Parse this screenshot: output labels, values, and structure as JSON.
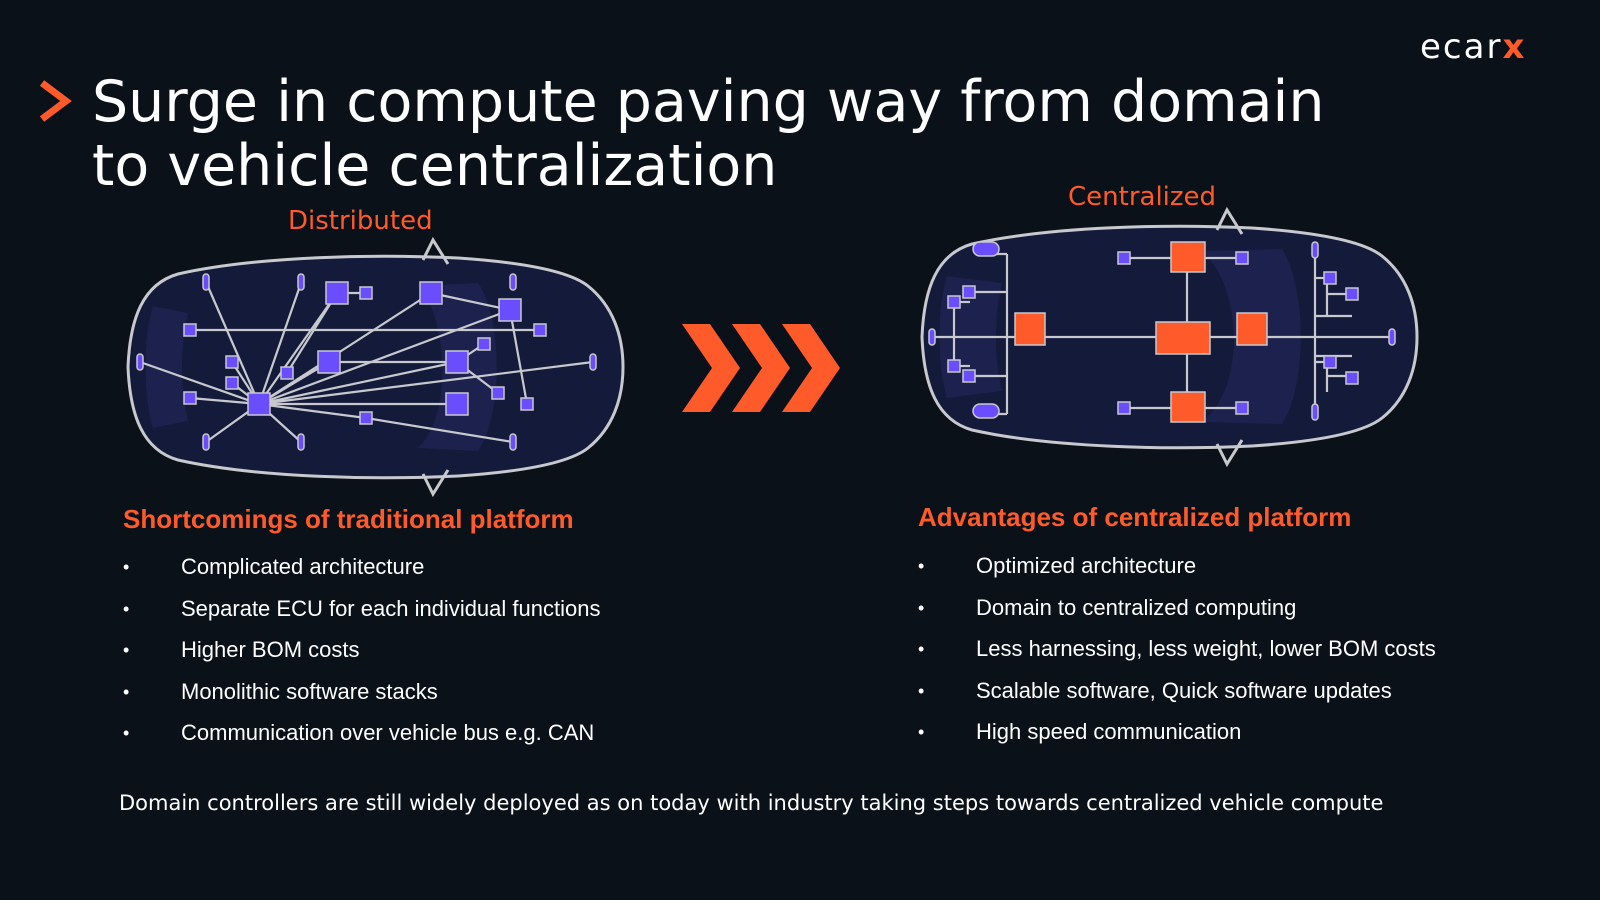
{
  "brand": {
    "logo_text": "ecar",
    "logo_accent": "x",
    "accent_color": "#ff5a2a",
    "node_color": "#6a4dff",
    "background_color": "#0b1118"
  },
  "header": {
    "title": "Surge in compute paving way from domain to vehicle centralization",
    "chevron_icon": "chevron-right-icon"
  },
  "diagrams": {
    "distributed_label": "Distributed",
    "centralized_label": "Centralized",
    "transition_icon": "triple-chevron-right-icon"
  },
  "left_section": {
    "heading": "Shortcomings of traditional platform",
    "items": [
      "Complicated architecture",
      "Separate ECU for each individual functions",
      "Higher BOM costs",
      "Monolithic software stacks",
      "Communication over vehicle bus e.g. CAN"
    ]
  },
  "right_section": {
    "heading": "Advantages of centralized platform",
    "items": [
      "Optimized architecture",
      "Domain to centralized computing",
      "Less harnessing, less weight, lower BOM costs",
      "Scalable software, Quick software updates",
      "High speed communication"
    ]
  },
  "footer": {
    "note": "Domain controllers are still widely deployed as on today with industry taking steps towards centralized vehicle compute"
  }
}
